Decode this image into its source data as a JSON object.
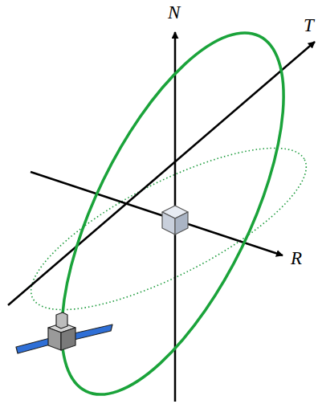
{
  "diagram": {
    "labels": [
      "N",
      "T",
      "R"
    ]
  }
}
